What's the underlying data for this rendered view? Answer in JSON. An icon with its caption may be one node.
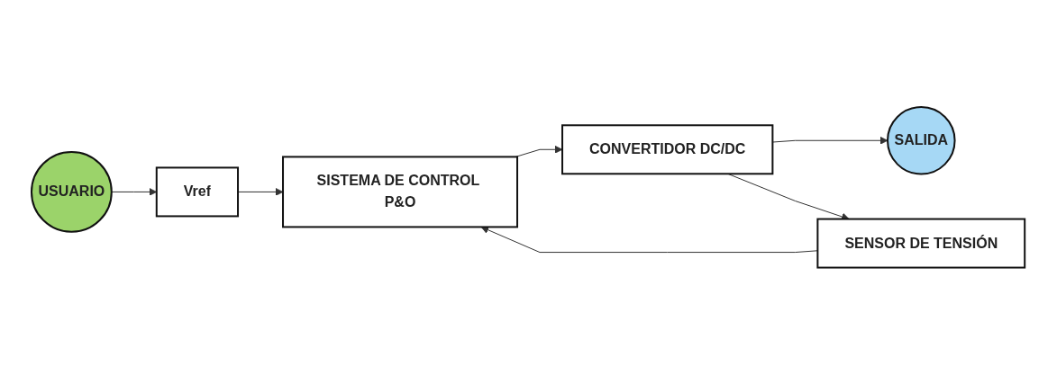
{
  "diagram": {
    "nodes": [
      {
        "text": [
          "USUARIO"
        ]
      },
      {
        "text": [
          "Vref"
        ]
      },
      {
        "text": [
          "SISTEMA DE CONTROL P&O"
        ]
      },
      {
        "text": [
          "CONVERTIDOR DC/DC"
        ]
      },
      {
        "text": [
          "SALIDA"
        ]
      },
      {
        "text": [
          "SENSOR DE TENSIÓN"
        ]
      }
    ],
    "edges": [
      {
        "from": 0,
        "to": 1,
        "arrow": "to"
      },
      {
        "from": 1,
        "to": 2,
        "arrow": "to"
      },
      {
        "from": 2,
        "to": 3,
        "arrow": "to"
      },
      {
        "from": 3,
        "to": 4,
        "arrow": "to"
      },
      {
        "from": 3,
        "to": 5,
        "arrow": "to"
      },
      {
        "from": 5,
        "to": 2,
        "arrow": "to"
      }
    ]
  }
}
